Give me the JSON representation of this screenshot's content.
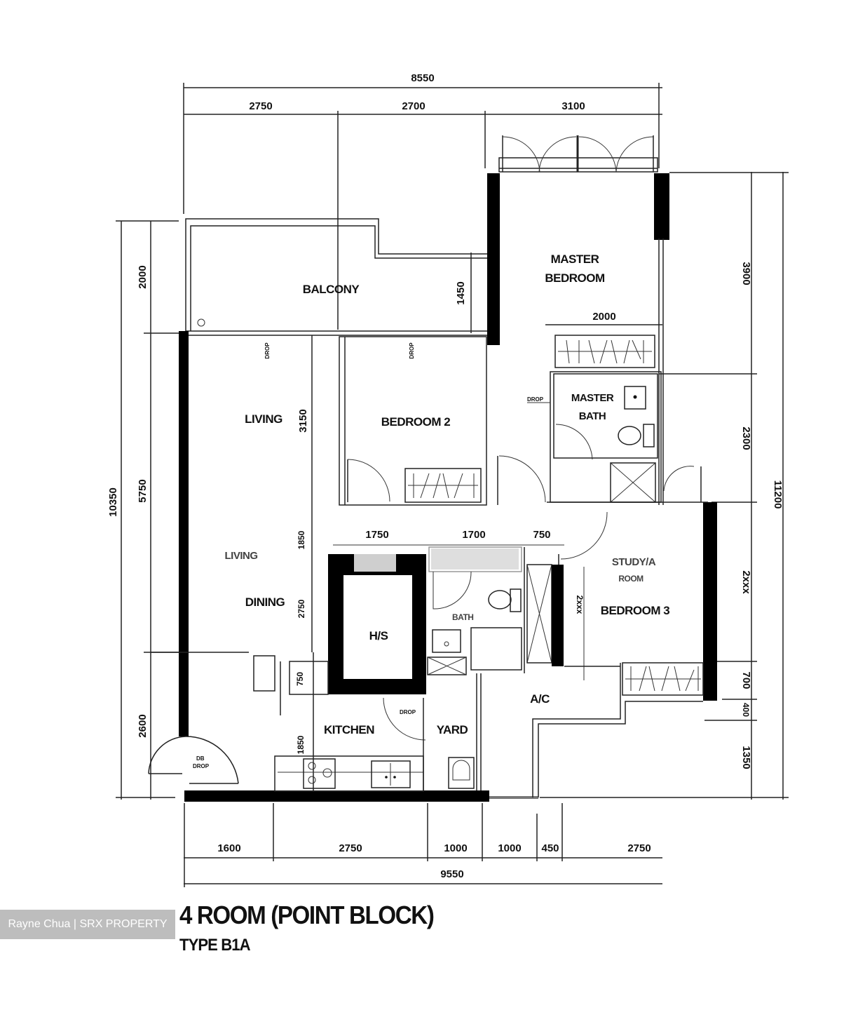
{
  "plan": {
    "title": "4 ROOM (POINT BLOCK)",
    "subtitle": "TYPE B1A",
    "watermark": "Rayne Chua | SRX PROPERTY"
  },
  "dimensions": {
    "top_total": "8550",
    "top": [
      "2750",
      "2700",
      "3100"
    ],
    "left_total": "10350",
    "left": [
      "2000",
      "5750",
      "2600"
    ],
    "right_total": "11200",
    "right": [
      "3900",
      "2300",
      "2xxx",
      "700",
      "400",
      "1350"
    ],
    "bottom_total": "9550",
    "bottom": [
      "1600",
      "2750",
      "1000",
      "1000",
      "450",
      "2750"
    ],
    "internal": {
      "balcony_depth": "1450",
      "master_wardrobe": "2000",
      "living_depth": "3150",
      "living_lower": "1850",
      "dining_depth": "2750",
      "hs_width": "1750",
      "bath_width": "1700",
      "corridor_width": "750",
      "bedroom3_depth": "2xxx",
      "kitchen_counter": "750",
      "kitchen_depth": "1850"
    }
  },
  "rooms": {
    "balcony": "BALCONY",
    "master_bedroom_line1": "MASTER",
    "master_bedroom_line2": "BEDROOM",
    "master_bath_line1": "MASTER",
    "master_bath_line2": "BATH",
    "living": "LIVING",
    "living_ghost": "LIVING",
    "bedroom2": "BEDROOM 2",
    "dining": "DINING",
    "hs": "H/S",
    "bath_ghost": "BATH",
    "bedroom3_ghost1": "STUDY/A",
    "bedroom3_ghost2": "ROOM",
    "bedroom3": "BEDROOM 3",
    "ac": "A/C",
    "kitchen": "KITCHEN",
    "yard": "YARD"
  },
  "markers": {
    "drop": "DROP",
    "db": "DB"
  }
}
